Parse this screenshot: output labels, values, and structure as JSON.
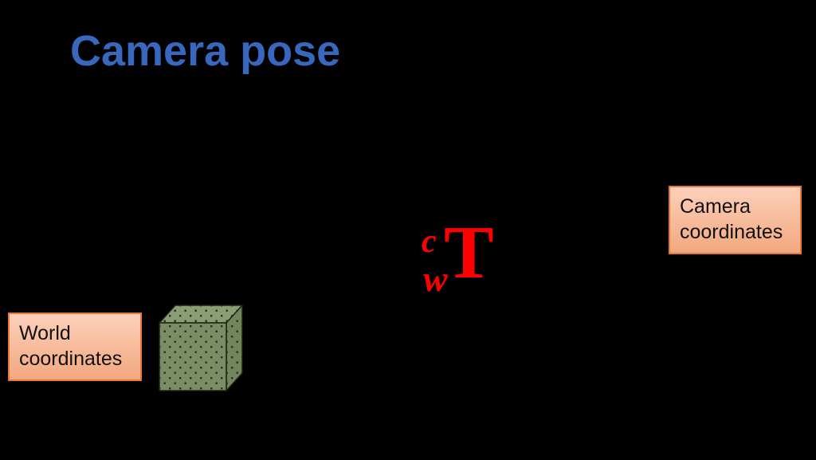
{
  "slide": {
    "title": "Camera pose"
  },
  "boxes": {
    "world": {
      "label": "World\ncoordinates"
    },
    "camera": {
      "label": "Camera\ncoordinates"
    }
  },
  "transform_notation": {
    "superscript": "c",
    "subscript": "w",
    "symbol": "T"
  },
  "colors": {
    "title_blue": "#3867BE",
    "accent_red": "#FF0000",
    "box_border": "#E8773B",
    "box_fill_top": "#FCD0BA",
    "box_fill_bottom": "#F2A87E",
    "box_text": "#111111",
    "cube_front": "#7B8D64",
    "cube_top": "#8C9D76",
    "cube_right": "#73855C",
    "cube_dot": "#26301C",
    "cube_edge": "#1C2412",
    "background": "#000000"
  }
}
